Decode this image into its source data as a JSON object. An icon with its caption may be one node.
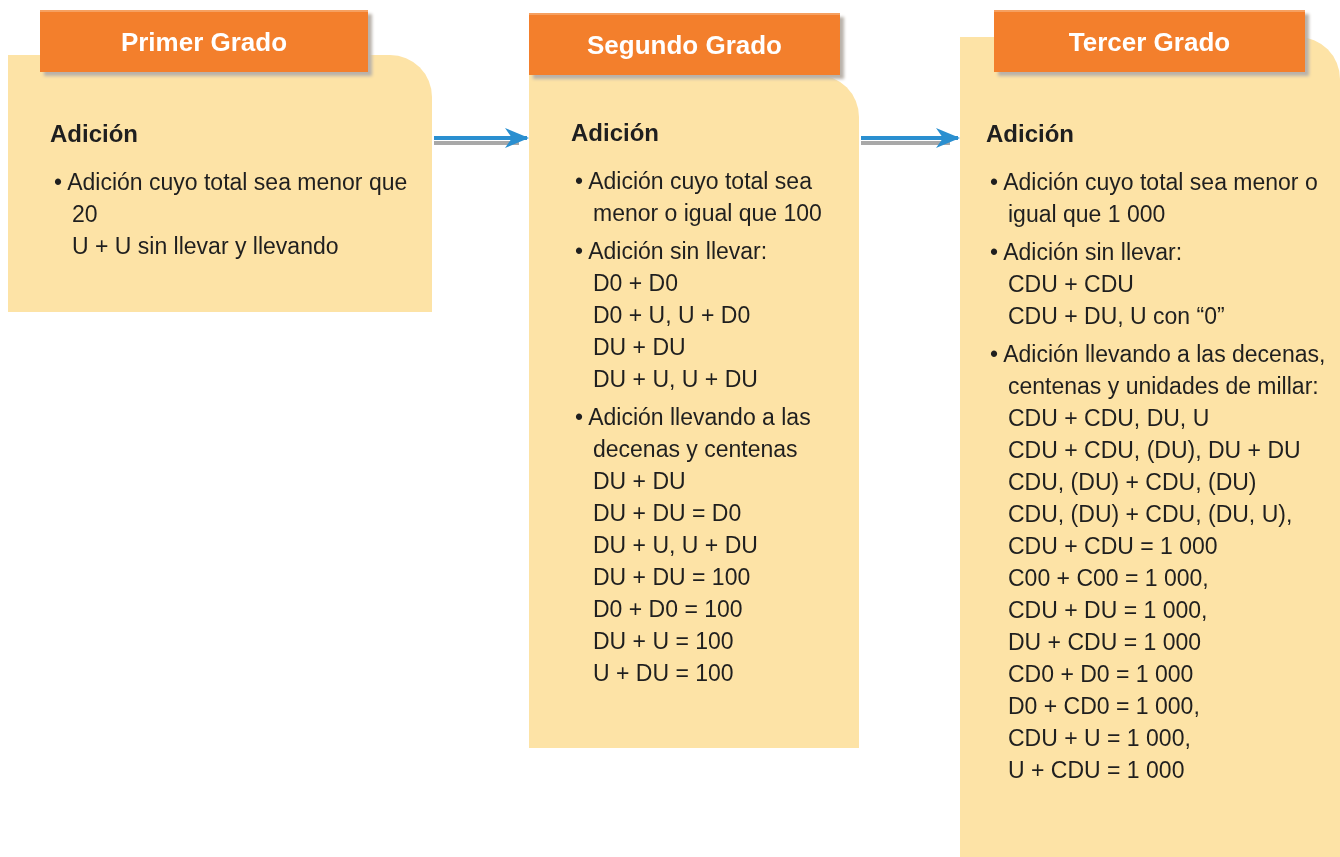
{
  "diagram": {
    "nodes": [
      {
        "text": [
          "Primer Grado",
          "Adición",
          "• Adición cuyo total sea menor que 20",
          "U + U sin llevar y llevando"
        ]
      },
      {
        "text": [
          "Segundo Grado",
          "Adición",
          "• Adición cuyo total sea menor o igual que 100",
          "• Adición sin llevar:",
          "D0 + D0",
          "D0 + U, U + D0",
          "DU + DU",
          "DU + U, U + DU",
          "• Adición llevando a las decenas y centenas",
          "DU + DU",
          "DU + DU = D0",
          "DU + U, U + DU",
          "DU + DU = 100",
          "D0 + D0 = 100",
          "DU + U = 100",
          "U + DU = 100"
        ]
      },
      {
        "text": [
          "Tercer Grado",
          "Adición",
          "• Adición cuyo total sea menor o igual que 1 000",
          "• Adición sin llevar:",
          "CDU + CDU",
          "CDU + DU, U con “0”",
          "• Adición llevando a las decenas, centenas y unidades de millar:",
          "CDU + CDU, DU, U",
          "CDU + CDU, (DU), DU + DU",
          "CDU, (DU) + CDU, (DU)",
          "CDU, (DU) + CDU, (DU, U),",
          "CDU + CDU = 1 000",
          "C00 + C00 = 1 000,",
          "CDU + DU = 1 000,",
          "DU + CDU = 1 000",
          "CD0 + D0 = 1 000",
          "D0 + CD0 = 1 000,",
          "CDU + U = 1 000,",
          "U + CDU = 1 000"
        ]
      }
    ],
    "edges": [
      {
        "from": 0,
        "to": 1,
        "arrow": "to"
      },
      {
        "from": 1,
        "to": 2,
        "arrow": "to"
      }
    ]
  }
}
